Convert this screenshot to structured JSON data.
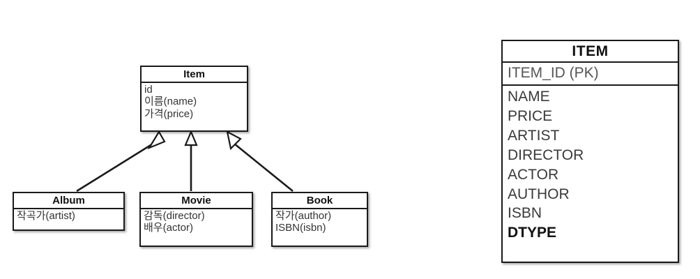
{
  "diagram": {
    "type": "uml-class-inheritance-with-single-table-mapping",
    "superclass": {
      "name": "Item",
      "attributes": [
        "id",
        "이름(name)",
        "가격(price)"
      ]
    },
    "subclasses": [
      {
        "name": "Album",
        "attributes": [
          "작곡가(artist)"
        ]
      },
      {
        "name": "Movie",
        "attributes": [
          "감독(director)",
          "배우(actor)"
        ]
      },
      {
        "name": "Book",
        "attributes": [
          "작가(author)",
          "ISBN(isbn)"
        ]
      }
    ],
    "relationships": [
      {
        "from": "Album",
        "to": "Item",
        "kind": "generalization"
      },
      {
        "from": "Movie",
        "to": "Item",
        "kind": "generalization"
      },
      {
        "from": "Book",
        "to": "Item",
        "kind": "generalization"
      }
    ]
  },
  "table": {
    "name": "ITEM",
    "primary_key": "ITEM_ID (PK)",
    "columns": [
      {
        "name": "NAME",
        "bold": false
      },
      {
        "name": "PRICE",
        "bold": false
      },
      {
        "name": "ARTIST",
        "bold": false
      },
      {
        "name": "DIRECTOR",
        "bold": false
      },
      {
        "name": "ACTOR",
        "bold": false
      },
      {
        "name": "AUTHOR",
        "bold": false
      },
      {
        "name": "ISBN",
        "bold": false
      },
      {
        "name": "DTYPE",
        "bold": true
      }
    ]
  },
  "colors": {
    "background": "#ffffff",
    "stroke": "#1a1a1a",
    "text": "#333333",
    "emphasis_text": "#111111"
  }
}
